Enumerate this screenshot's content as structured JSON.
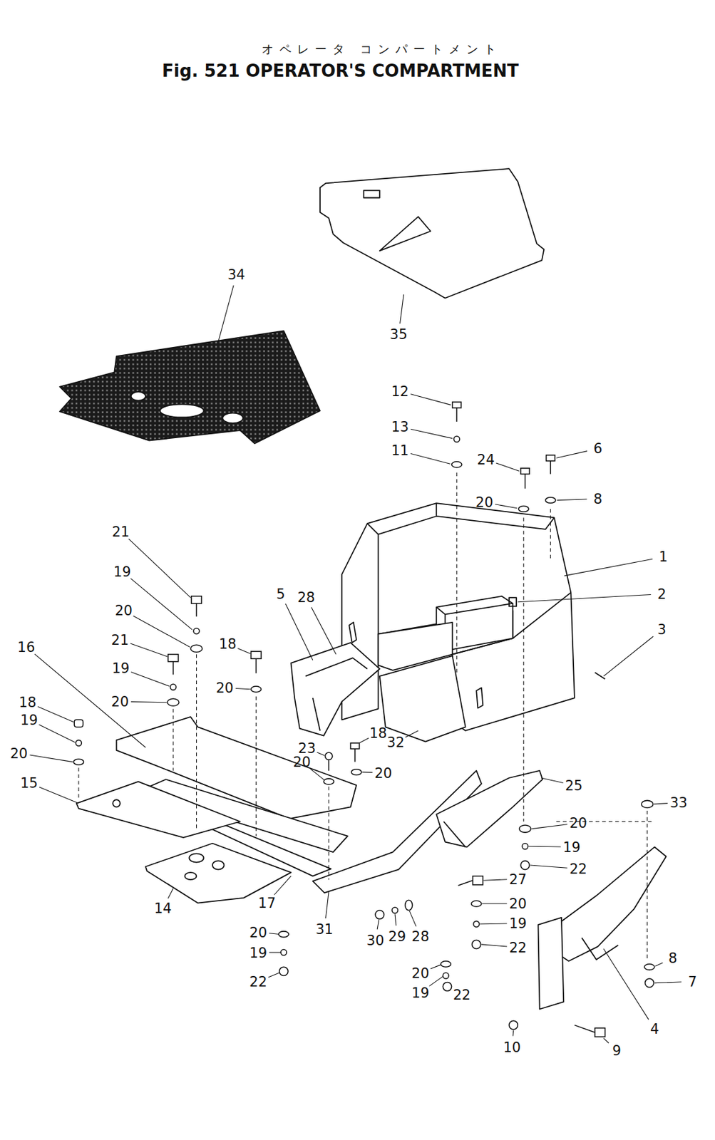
{
  "diagram": {
    "title": "Fig. 521 OPERATOR'S COMPARTMENT",
    "labels": [
      "オペレータ コンパートメント",
      "34",
      "35",
      "12",
      "13",
      "11",
      "24",
      "6",
      "20",
      "8",
      "1",
      "2",
      "3",
      "21",
      "19",
      "20",
      "28",
      "5",
      "21",
      "19",
      "20",
      "18",
      "20",
      "16",
      "18",
      "19",
      "20",
      "15",
      "23",
      "18",
      "20",
      "20",
      "32",
      "25",
      "33",
      "20",
      "19",
      "22",
      "27",
      "20",
      "19",
      "22",
      "14",
      "17",
      "31",
      "30",
      "29",
      "28",
      "20",
      "19",
      "22",
      "20",
      "19",
      "22",
      "8",
      "7",
      "4",
      "10",
      "9"
    ]
  }
}
